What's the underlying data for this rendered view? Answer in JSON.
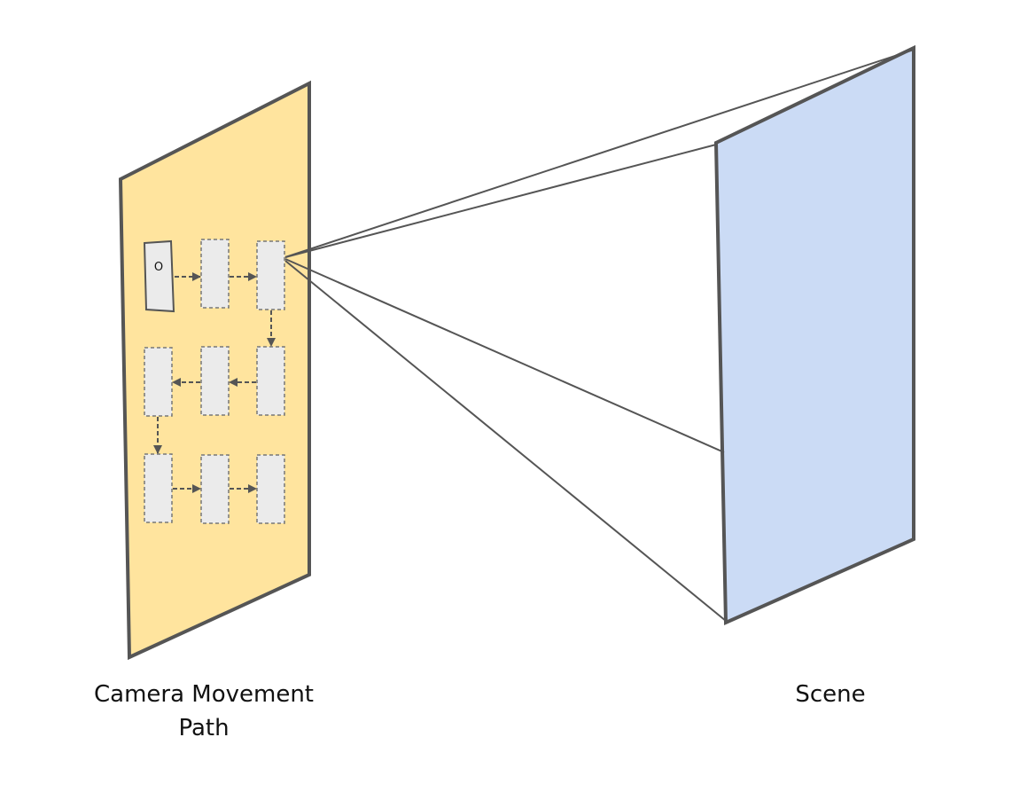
{
  "camera_plane": {
    "label_line1": "Camera Movement",
    "label_line2": "Path",
    "fill_color": "#FFE49E",
    "start_marker": "O"
  },
  "scene_plane": {
    "label": "Scene",
    "fill_color": "#CBDBF5"
  },
  "colors": {
    "outline": "#555555",
    "frame_fill": "#EBEBEB",
    "frame_stroke": "#777777",
    "arrow": "#555555"
  }
}
